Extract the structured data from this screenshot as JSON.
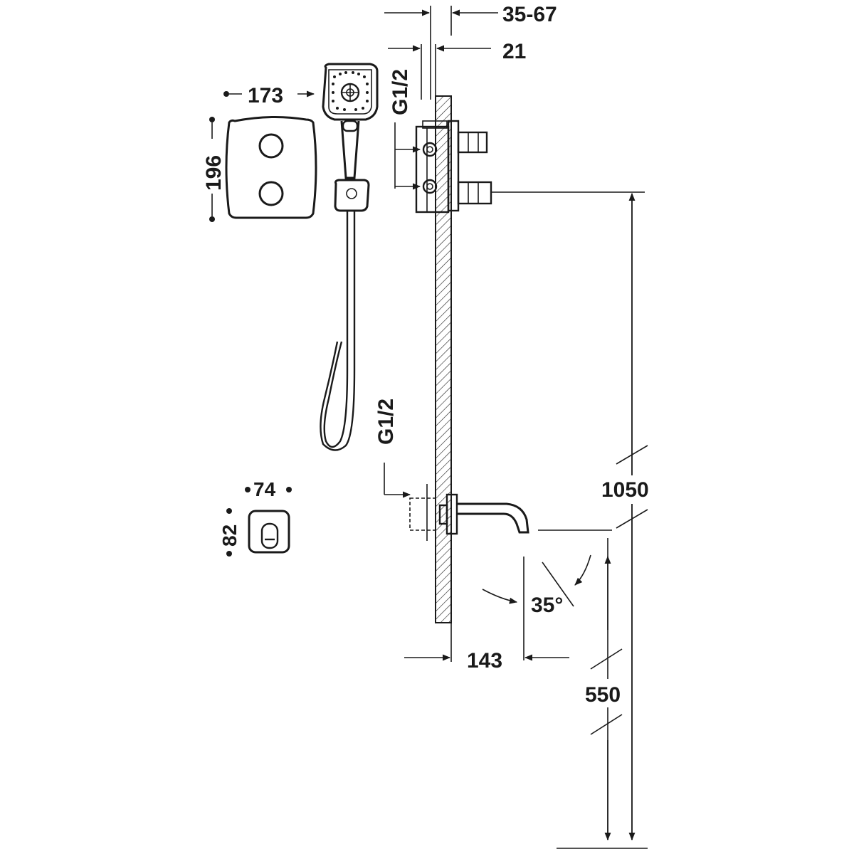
{
  "dimensions": {
    "wall_depth_range": "35-67",
    "plate_thickness": "21",
    "connection_top": "G1/2",
    "connection_bottom": "G1/2",
    "plate_width": "173",
    "plate_height": "196",
    "diverter_width": "74",
    "diverter_height": "82",
    "mixer_height": "1050",
    "spout_height": "550",
    "spout_projection": "143",
    "spout_angle": "35°"
  },
  "colors": {
    "ink": "#1a1a1a",
    "background": "#ffffff"
  }
}
